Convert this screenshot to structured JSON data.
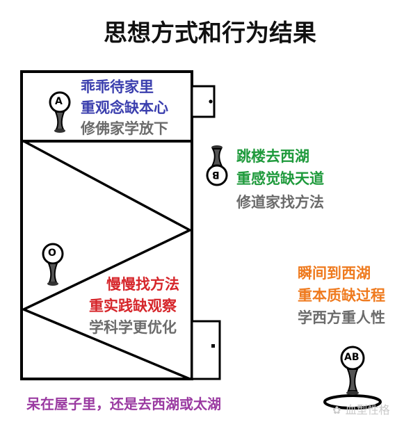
{
  "title": "思想方式和行为结果",
  "colors": {
    "blue": "#3b3fae",
    "green": "#1f9a3c",
    "red": "#d6262b",
    "orange": "#ef7a1e",
    "gray": "#6b6b6b",
    "purple": "#9a3aa1"
  },
  "figure_a": {
    "label": "A",
    "lines": [
      "乖乖待家里",
      "重观念缺本心",
      "修佛家学放下"
    ]
  },
  "figure_b": {
    "label": "B",
    "lines": [
      "跳楼去西湖",
      "重感觉缺天道",
      "修道家找方法"
    ]
  },
  "figure_o": {
    "label": "O",
    "lines": [
      "慢慢找方法",
      "重实践缺观察",
      "学科学更优化"
    ]
  },
  "figure_ab": {
    "label": "AB",
    "lines": [
      "瞬间到西湖",
      "重本质缺过程",
      "学西方重人性"
    ]
  },
  "caption": "呆在屋子里，还是去西湖或太湖",
  "watermark": "血型性格"
}
